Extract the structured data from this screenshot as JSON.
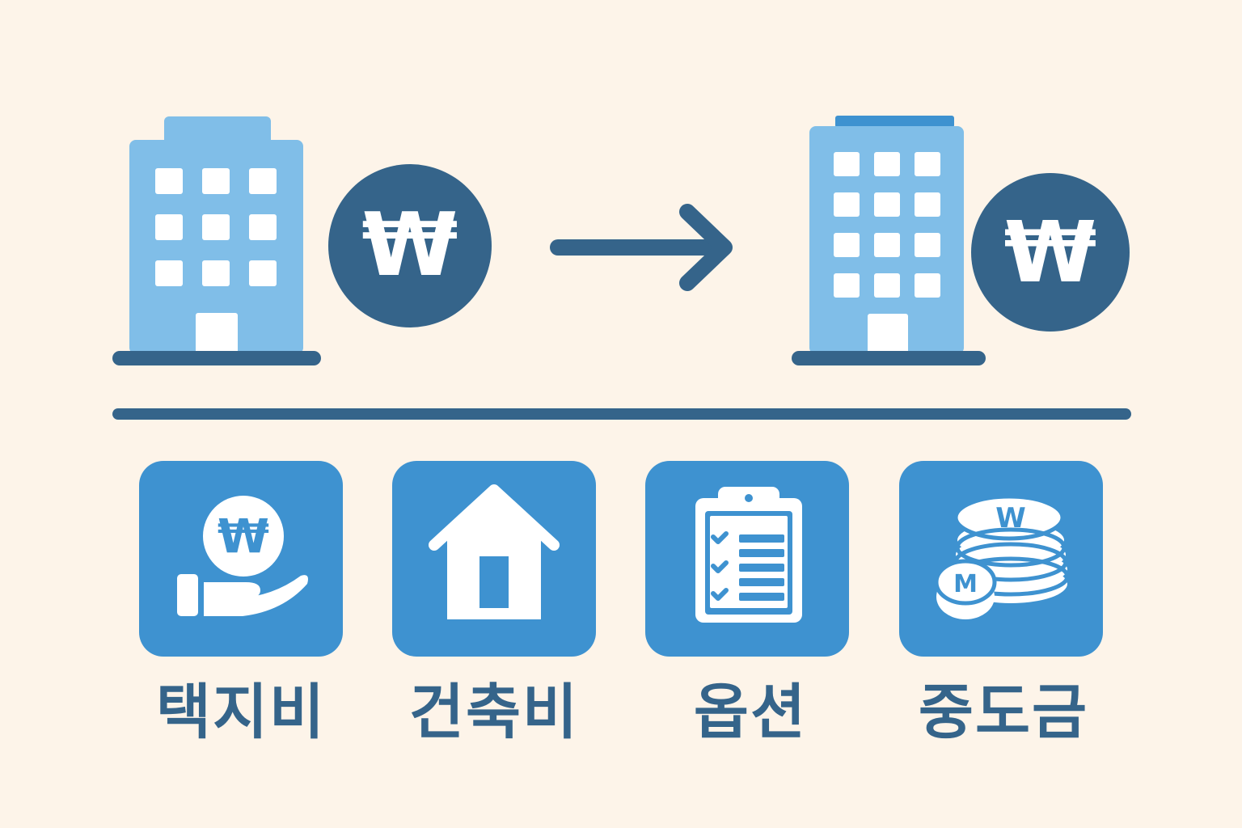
{
  "colors": {
    "background": "#FDF4E9",
    "building": "#80BEE8",
    "building_roof_strip": "#3E92D0",
    "navy": "#35648A",
    "panel": "#3E92D0",
    "label": "#35648A",
    "white": "#FFFFFF"
  },
  "scene": {
    "before": {
      "building_icon": "building-icon",
      "currency_icon": "won-icon",
      "currency_symbol": "₩"
    },
    "arrow_icon": "arrow-right-icon",
    "after": {
      "building_icon": "building-icon",
      "currency_icon": "won-icon",
      "currency_symbol": "₩"
    }
  },
  "cost_items": [
    {
      "icon": "hand-coin-icon",
      "label": "택지비"
    },
    {
      "icon": "house-icon",
      "label": "건축비"
    },
    {
      "icon": "clipboard-checklist-icon",
      "label": "옵션"
    },
    {
      "icon": "coin-stack-icon",
      "label": "중도금"
    }
  ]
}
